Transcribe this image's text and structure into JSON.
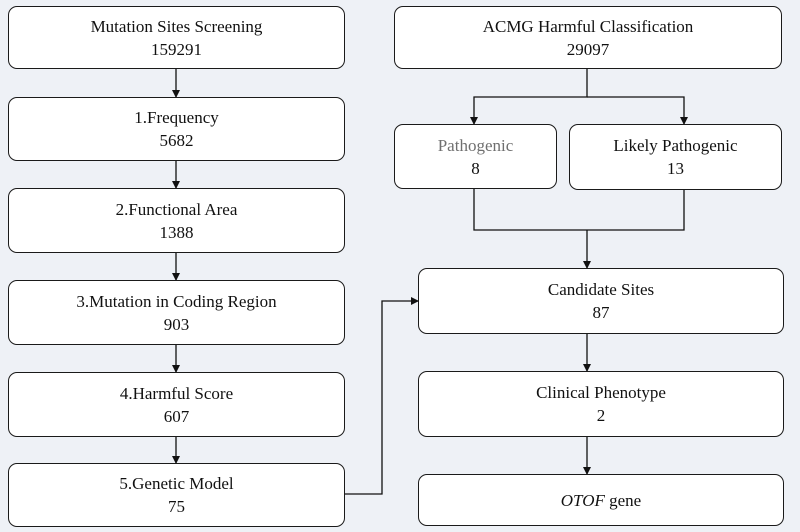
{
  "left_column": [
    {
      "title": "Mutation Sites Screening",
      "value": "159291"
    },
    {
      "title": "1.Frequency",
      "value": "5682"
    },
    {
      "title": "2.Functional Area",
      "value": "1388"
    },
    {
      "title": "3.Mutation in Coding Region",
      "value": "903"
    },
    {
      "title": "4.Harmful Score",
      "value": "607"
    },
    {
      "title": "5.Genetic Model",
      "value": "75"
    }
  ],
  "acmg": {
    "title": "ACMG Harmful Classification",
    "value": "29097"
  },
  "pathogenic": {
    "title": "Pathogenic",
    "value": "8"
  },
  "likely_pathogenic": {
    "title": "Likely Pathogenic",
    "value": "13"
  },
  "candidate": {
    "title": "Candidate Sites",
    "value": "87"
  },
  "clinical": {
    "title": "Clinical Phenotype",
    "value": "2"
  },
  "gene": {
    "name": "OTOF",
    "suffix": " gene"
  }
}
